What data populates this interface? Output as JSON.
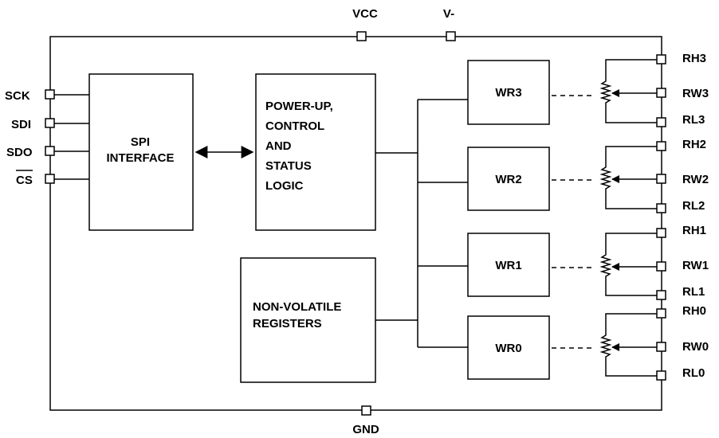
{
  "pins": {
    "top": [
      "VCC",
      "V-"
    ],
    "bottom": [
      "GND"
    ],
    "left": [
      "SCK",
      "SDI",
      "SDO",
      "CS"
    ],
    "right": [
      [
        "RH3",
        "RW3",
        "RL3"
      ],
      [
        "RH2",
        "RW2",
        "RL2"
      ],
      [
        "RH1",
        "RW1",
        "RL1"
      ],
      [
        "RH0",
        "RW0",
        "RL0"
      ]
    ]
  },
  "blocks": {
    "spi": [
      "SPI",
      "INTERFACE"
    ],
    "control": [
      "POWER-UP,",
      "CONTROL",
      "AND",
      "STATUS",
      "LOGIC"
    ],
    "nvreg": [
      "NON-VOLATILE",
      "REGISTERS"
    ],
    "wiper_registers": [
      "WR3",
      "WR2",
      "WR1",
      "WR0"
    ]
  }
}
